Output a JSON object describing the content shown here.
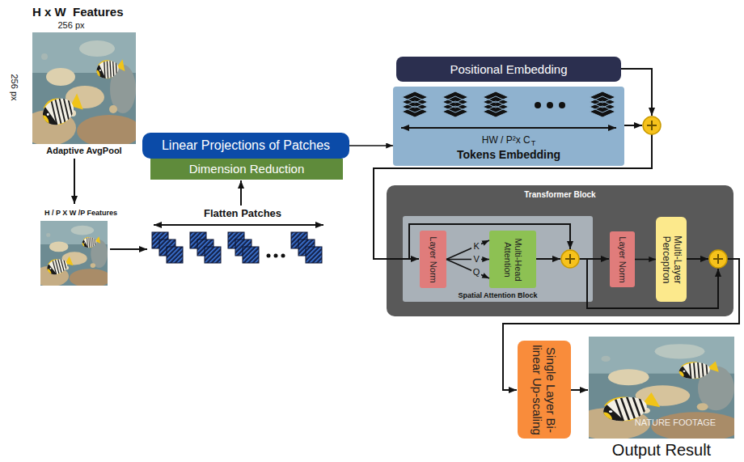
{
  "diagram": {
    "nodes": [
      {
        "text": [
          "Linear Projections of Patches"
        ]
      },
      {
        "text": [
          "Dimension Reduction"
        ]
      },
      {
        "text": [
          "Positional Embedding"
        ]
      },
      {
        "text": [
          "HW / P²x C",
          "T",
          "Tokens Embedding"
        ]
      },
      {
        "text": [
          "Transformer Block"
        ]
      },
      {
        "text": [
          "Spatial Attention Block"
        ],
        "in": 4
      },
      {
        "text": [
          "Layer Norm"
        ],
        "in": 5
      },
      {
        "text": [
          "Multi-Head Attention"
        ],
        "in": 5
      },
      {
        "text": [
          "Layer Norm"
        ],
        "in": 4
      },
      {
        "text": [
          "Multi-Layer Perceptron"
        ],
        "in": 4
      },
      {
        "text": [
          "Single Layer Bi-linear Up-scaling"
        ]
      }
    ],
    "edges": [
      {
        "from": 0,
        "to": 3,
        "arrow": "to"
      },
      {
        "from": 6,
        "to": 7,
        "label": "K",
        "arrow": "to"
      },
      {
        "from": 6,
        "to": 7,
        "label": "V",
        "arrow": "to"
      },
      {
        "from": 6,
        "to": 7,
        "label": "Q",
        "arrow": "to"
      },
      {
        "from": 8,
        "to": 9,
        "arrow": "to"
      }
    ],
    "labels": [
      "H x W  Features",
      "256 px",
      "256 px",
      "Adaptive AvgPool",
      "H / P X W /P Features",
      "Flatten Patches",
      "NATURE FOOTAGE",
      "Output Result"
    ]
  }
}
